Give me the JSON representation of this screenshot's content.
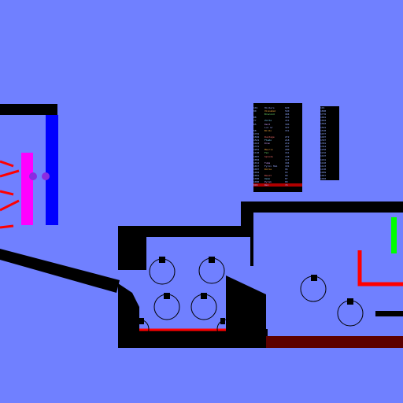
{
  "background_color": "#7080ff",
  "colors": {
    "wall": "#000000",
    "blue_barrier": "#0000ff",
    "magenta_barrier": "#ff00ff",
    "purple_node": "#8a2be2",
    "laser": "#ff0000",
    "green_target": "#00ff00",
    "lava": "#5c0000",
    "hud_text": "#8fa8ff",
    "hud_highlight": "#b00000"
  },
  "icons": {
    "blob": "hollow-circle-with-square-handle",
    "node": "purple-dot"
  },
  "leaderboard_main": {
    "header": [
      "Players",
      "Objects",
      "Points"
    ],
    "rows": [
      [
        "101",
        "Hinters",
        "620"
      ],
      [
        "90",
        "Vinnebal",
        "540"
      ],
      [
        "",
        "Brecond",
        "494"
      ],
      [
        "88",
        "",
        "453"
      ],
      [
        "77",
        "Zolta",
        "431"
      ],
      [
        "65",
        "Dent",
        "396"
      ],
      [
        "",
        "Luc Gr",
        "327"
      ],
      [
        "58",
        "Birdo",
        "331"
      ],
      [
        "1701",
        "",
        ""
      ],
      [
        "1604",
        "Rustage",
        "272"
      ],
      [
        "1521",
        "Fledo",
        "218"
      ],
      [
        "1443",
        "Dren",
        "219"
      ],
      [
        "1331",
        "",
        "207"
      ],
      [
        "1261",
        "Mavrix",
        "200"
      ],
      [
        "1148",
        "Fex",
        "161"
      ],
      [
        "1007",
        "Splode",
        "138"
      ],
      [
        "1094",
        "",
        "117"
      ],
      [
        "1012",
        "Tuma",
        "104"
      ],
      [
        "1017",
        "Fyrox Hub",
        "101"
      ],
      [
        "1007",
        "Rolle",
        "96"
      ],
      [
        "1004",
        "",
        "93"
      ],
      [
        "1001",
        "Banzt",
        "90"
      ],
      [
        "1000",
        "Osmo",
        "87"
      ],
      [
        "1000",
        "Pyrek",
        "80"
      ],
      [
        "999",
        "Wex",
        "74"
      ],
      [
        "",
        "",
        ""
      ],
      [
        "",
        "",
        ""
      ]
    ]
  },
  "leaderboard_side": {
    "rows": [
      "191",
      "1808",
      "1776",
      "1681",
      "1684",
      "1583",
      "1591",
      "1538",
      "1437",
      "1407",
      "1397",
      "1381",
      "1344",
      "1258",
      "1216",
      "1197",
      "1181",
      "1140",
      "1123",
      "1108",
      "1089",
      "1067",
      "1048",
      "1034",
      "1011",
      "999",
      "990"
    ]
  }
}
